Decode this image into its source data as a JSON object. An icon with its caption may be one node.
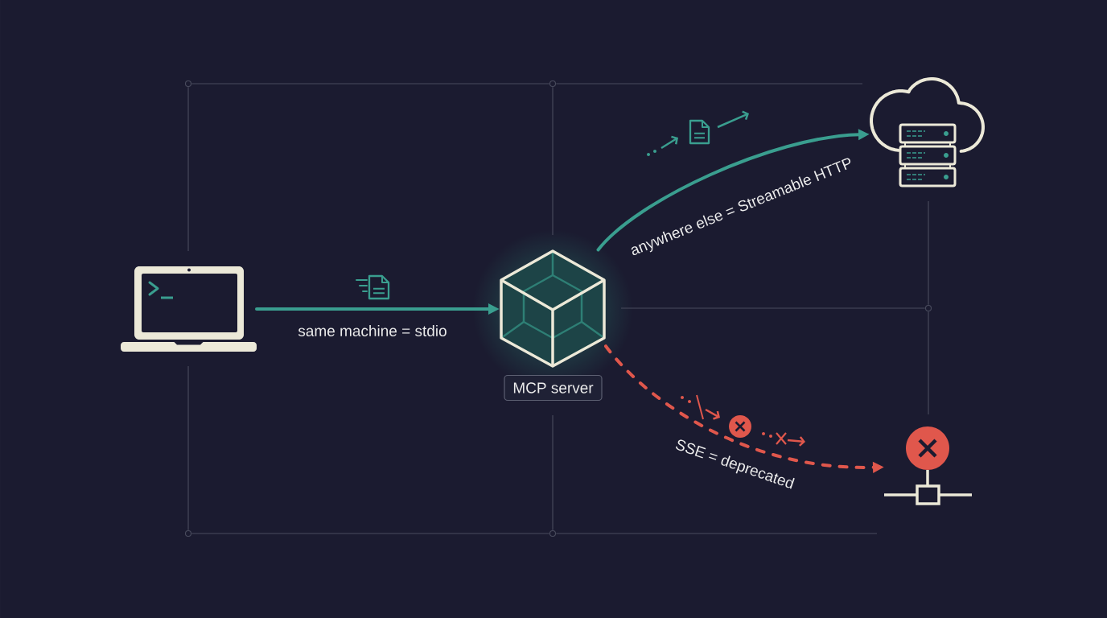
{
  "diagram": {
    "nodes": [
      {
        "text": [],
        "shape": "picture"
      },
      {
        "text": [],
        "shape": "picture"
      },
      {
        "text": [
          "MCP server"
        ]
      },
      {
        "text": [],
        "shape": "picture"
      },
      {
        "text": [],
        "shape": "picture"
      }
    ],
    "edges": [
      {
        "from": 0,
        "to": 1,
        "arrow": "to",
        "label": "same machine = stdio"
      },
      {
        "from": 1,
        "to": 3,
        "arrow": "to",
        "label": "anywhere else = Streamable HTTP"
      },
      {
        "from": 1,
        "to": 4,
        "arrow": "to",
        "label": "SSE = deprecated",
        "style": "dashed",
        "color": "#e0574c"
      }
    ]
  }
}
